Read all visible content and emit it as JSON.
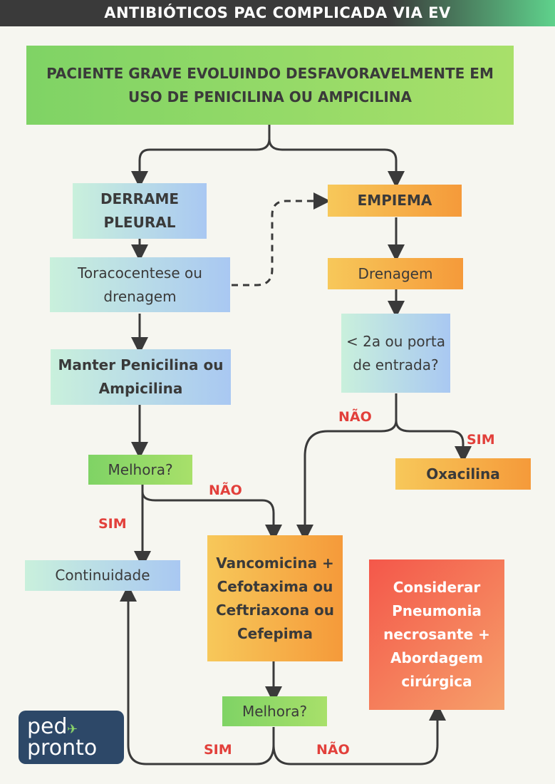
{
  "header": {
    "title": "ANTIBIÓTICOS PAC COMPLICADA VIA EV"
  },
  "nodes": {
    "top": "PACIENTE GRAVE EVOLUINDO DESFAVORAVELMENTE EM USO DE PENICILINA OU AMPICILINA",
    "derrame": "DERRAME PLEURAL",
    "empiema": "EMPIEMA",
    "toraco": "Toracocentese ou drenagem",
    "drenagem": "Drenagem",
    "idade": "< 2a ou porta de entrada?",
    "manter": "Manter Penicilina ou Ampicilina",
    "melhora1": "Melhora?",
    "oxacilina": "Oxacilina",
    "continuidade": "Continuidade",
    "vanco": "Vancomicina + Cefotaxima ou Ceftriaxona ou Cefepima",
    "considerar": "Considerar Pneumonia necrosante + Abordagem cirúrgica",
    "melhora2": "Melhora?"
  },
  "labels": {
    "nao_idade": "NÃO",
    "sim_idade": "SIM",
    "nao_melhora1": "NÃO",
    "sim_melhora1": "SIM",
    "sim_melhora2": "SIM",
    "nao_melhora2": "NÃO"
  },
  "logo": {
    "line1": "ped",
    "line2": "pronto"
  },
  "colors": {
    "arrow": "#3a3a3a",
    "label_red": "#e2403b"
  }
}
